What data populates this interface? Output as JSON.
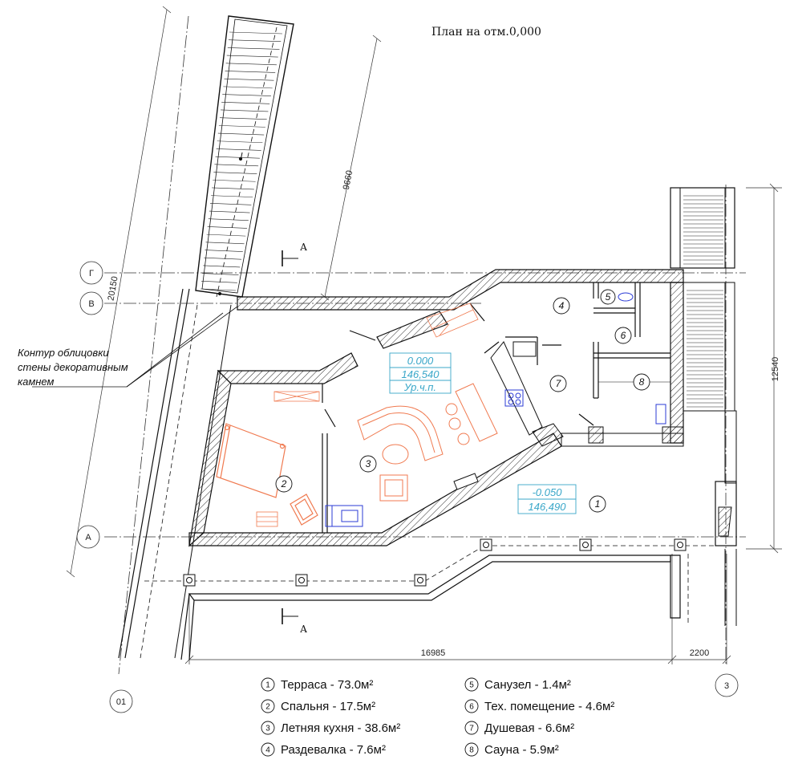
{
  "title": "План на отм.0,000",
  "dimensions": {
    "overall_width": "16985",
    "right_offset": "2200",
    "stair_length": "9660",
    "left_height": "20150",
    "right_height": "12540"
  },
  "grid_axes": {
    "g": "Г",
    "v": "В",
    "a": "А",
    "ax01": "01",
    "ax3": "3"
  },
  "section_marks": {
    "top": "А",
    "bottom": "А"
  },
  "levels": {
    "kitchen": {
      "level": "0.000",
      "abs": "146,540",
      "label": "Ур.ч.п."
    },
    "terrace": {
      "level": "-0.050",
      "abs": "146,490"
    }
  },
  "room_numbers": [
    "1",
    "2",
    "3",
    "4",
    "5",
    "6",
    "7",
    "8"
  ],
  "note_lines": [
    "Контур облицовки",
    "стены декоративным",
    "камнем"
  ],
  "legend": [
    {
      "num": "1",
      "text": "Терраса - 73.0м²"
    },
    {
      "num": "2",
      "text": "Спальня - 17.5м²"
    },
    {
      "num": "3",
      "text": "Летняя кухня - 38.6м²"
    },
    {
      "num": "4",
      "text": "Раздевалка - 7.6м²"
    },
    {
      "num": "5",
      "text": "Санузел - 1.4м²"
    },
    {
      "num": "6",
      "text": "Тех. помещение - 4.6м²"
    },
    {
      "num": "7",
      "text": "Душевая - 6.6м²"
    },
    {
      "num": "8",
      "text": "Сауна - 5.9м²"
    }
  ],
  "colors": {
    "line": "#111111",
    "furniture": "#f07a50",
    "cyan": "#3aa7c9",
    "fixture": "#2b3bd6"
  }
}
